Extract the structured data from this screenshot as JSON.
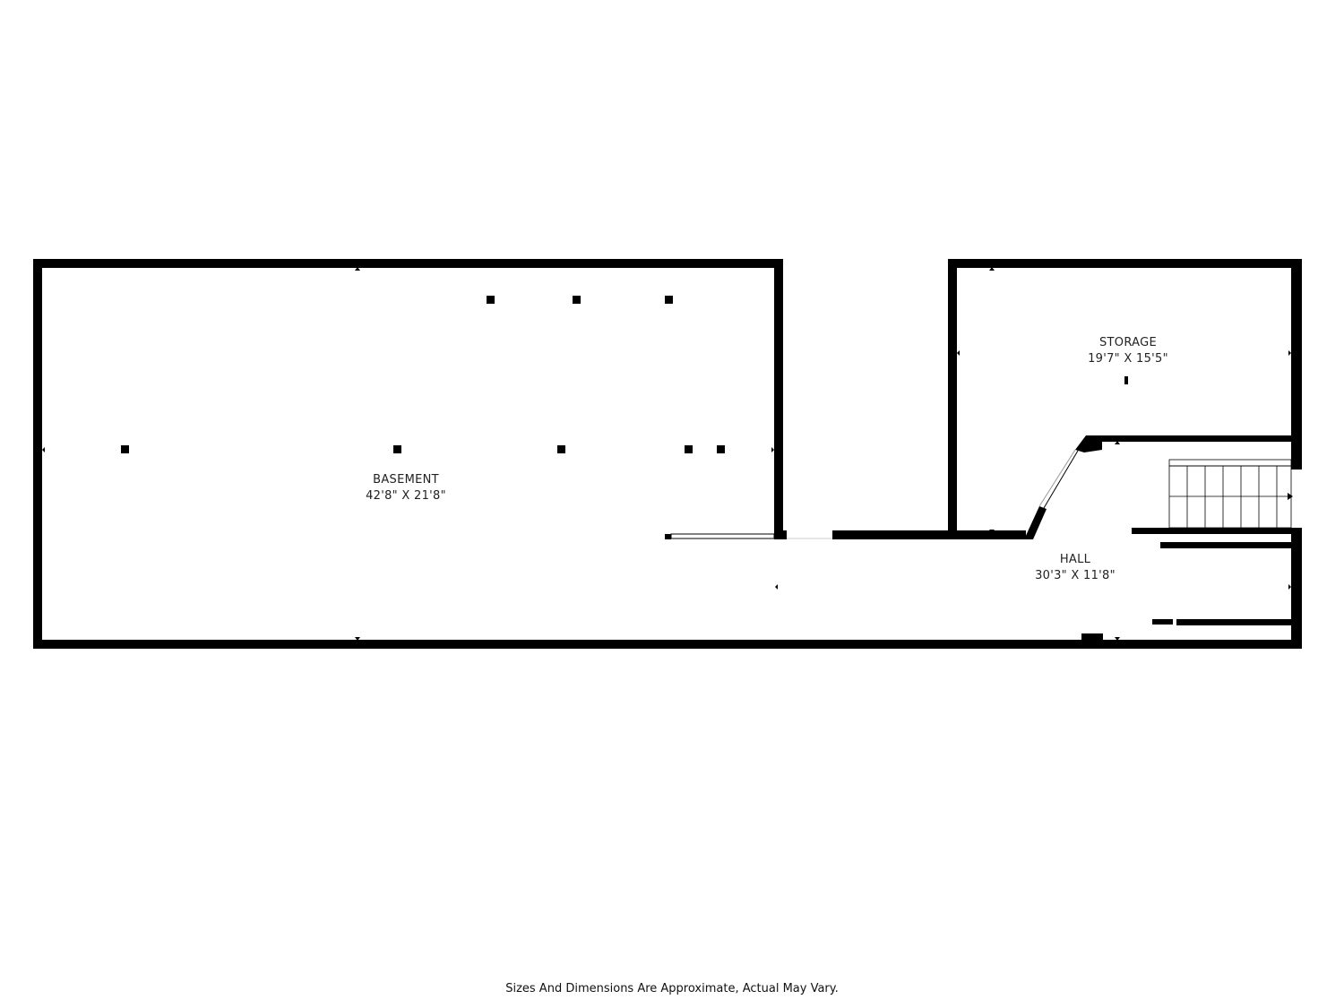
{
  "rooms": {
    "basement": {
      "name": "BASEMENT",
      "dimensions": "42'8\" X 21'8\""
    },
    "storage": {
      "name": "STORAGE",
      "dimensions": "19'7\" X 15'5\""
    },
    "hall": {
      "name": "HALL",
      "dimensions": "30'3\" X 11'8\""
    }
  },
  "footer": {
    "disclaimer": "Sizes And Dimensions Are Approximate, Actual May Vary."
  },
  "colors": {
    "wall": "#000000",
    "background": "#ffffff",
    "text": "#222222"
  }
}
